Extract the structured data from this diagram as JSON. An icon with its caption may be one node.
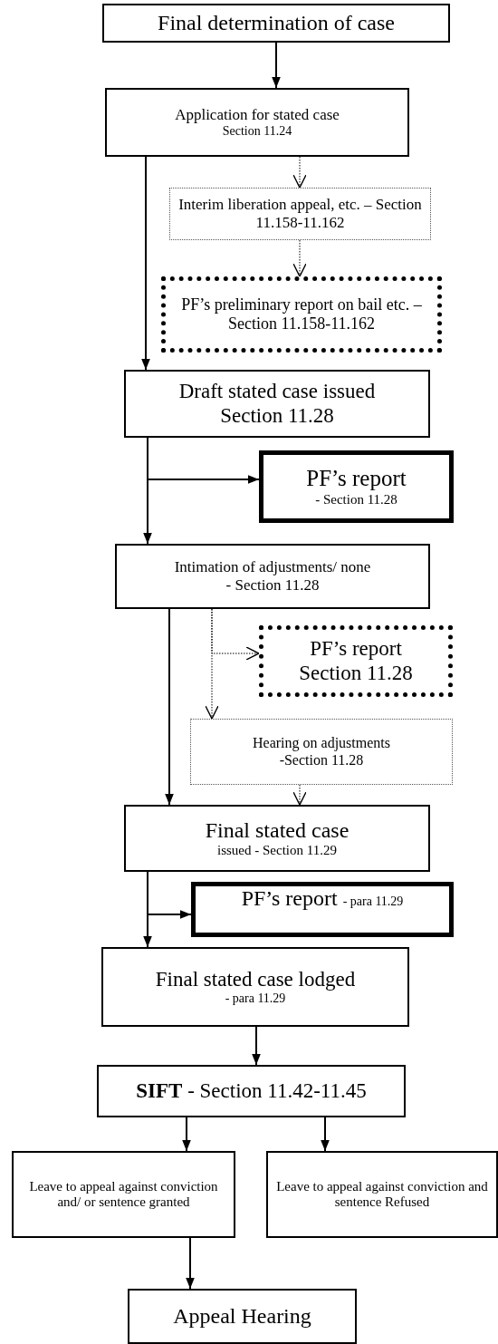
{
  "diagram": {
    "nodes": [
      {
        "text": [
          "Final determination of case"
        ]
      },
      {
        "text": [
          "Application for stated case",
          "Section 11.24"
        ]
      },
      {
        "text": [
          "Interim liberation appeal, etc. – Section 11.158-11.162"
        ]
      },
      {
        "text": [
          "PF’s preliminary report on bail etc. – Section 11.158-11.162"
        ]
      },
      {
        "text": [
          "Draft stated case issued",
          "Section 11.28"
        ]
      },
      {
        "text": [
          "PF’s report",
          "- Section 11.28"
        ]
      },
      {
        "text": [
          "Intimation of adjustments/ none",
          "- Section 11.28"
        ]
      },
      {
        "text": [
          "PF’s report",
          "Section 11.28"
        ]
      },
      {
        "text": [
          "Hearing on adjustments",
          "-Section 11.28"
        ]
      },
      {
        "text": [
          "Final stated case",
          "issued - Section 11.29"
        ]
      },
      {
        "text": [
          "PF’s report",
          "- para 11.29"
        ]
      },
      {
        "text": [
          "Final stated case  lodged",
          "- para 11.29"
        ]
      },
      {
        "text": [
          "**SIFT** - Section 11.42-11.45"
        ]
      },
      {
        "text": [
          "Leave to appeal against conviction and/ or sentence granted"
        ]
      },
      {
        "text": [
          "Leave to appeal against conviction and sentence Refused"
        ]
      },
      {
        "text": [
          "Appeal Hearing"
        ]
      }
    ],
    "edges": [
      {
        "from": 0,
        "to": 1,
        "arrow": "to"
      },
      {
        "from": 1,
        "to": 2,
        "arrow": "to",
        "style": "dashed"
      },
      {
        "from": 2,
        "to": 3,
        "arrow": "to",
        "style": "dashed"
      },
      {
        "from": 1,
        "to": 4,
        "arrow": "to"
      },
      {
        "from": 4,
        "to": 5,
        "arrow": "to"
      },
      {
        "from": 4,
        "to": 6,
        "arrow": "to"
      },
      {
        "from": 6,
        "to": 7,
        "arrow": "to",
        "style": "dashed"
      },
      {
        "from": 6,
        "to": 8,
        "arrow": "to",
        "style": "dashed"
      },
      {
        "from": 6,
        "to": 9,
        "arrow": "to"
      },
      {
        "from": 8,
        "to": 9,
        "arrow": "to",
        "style": "dashed"
      },
      {
        "from": 9,
        "to": 10,
        "arrow": "to"
      },
      {
        "from": 9,
        "to": 11,
        "arrow": "to"
      },
      {
        "from": 11,
        "to": 12,
        "arrow": "to"
      },
      {
        "from": 12,
        "to": 13,
        "arrow": "to"
      },
      {
        "from": 12,
        "to": 14,
        "arrow": "to"
      },
      {
        "from": 13,
        "to": 15,
        "arrow": "to"
      }
    ]
  }
}
